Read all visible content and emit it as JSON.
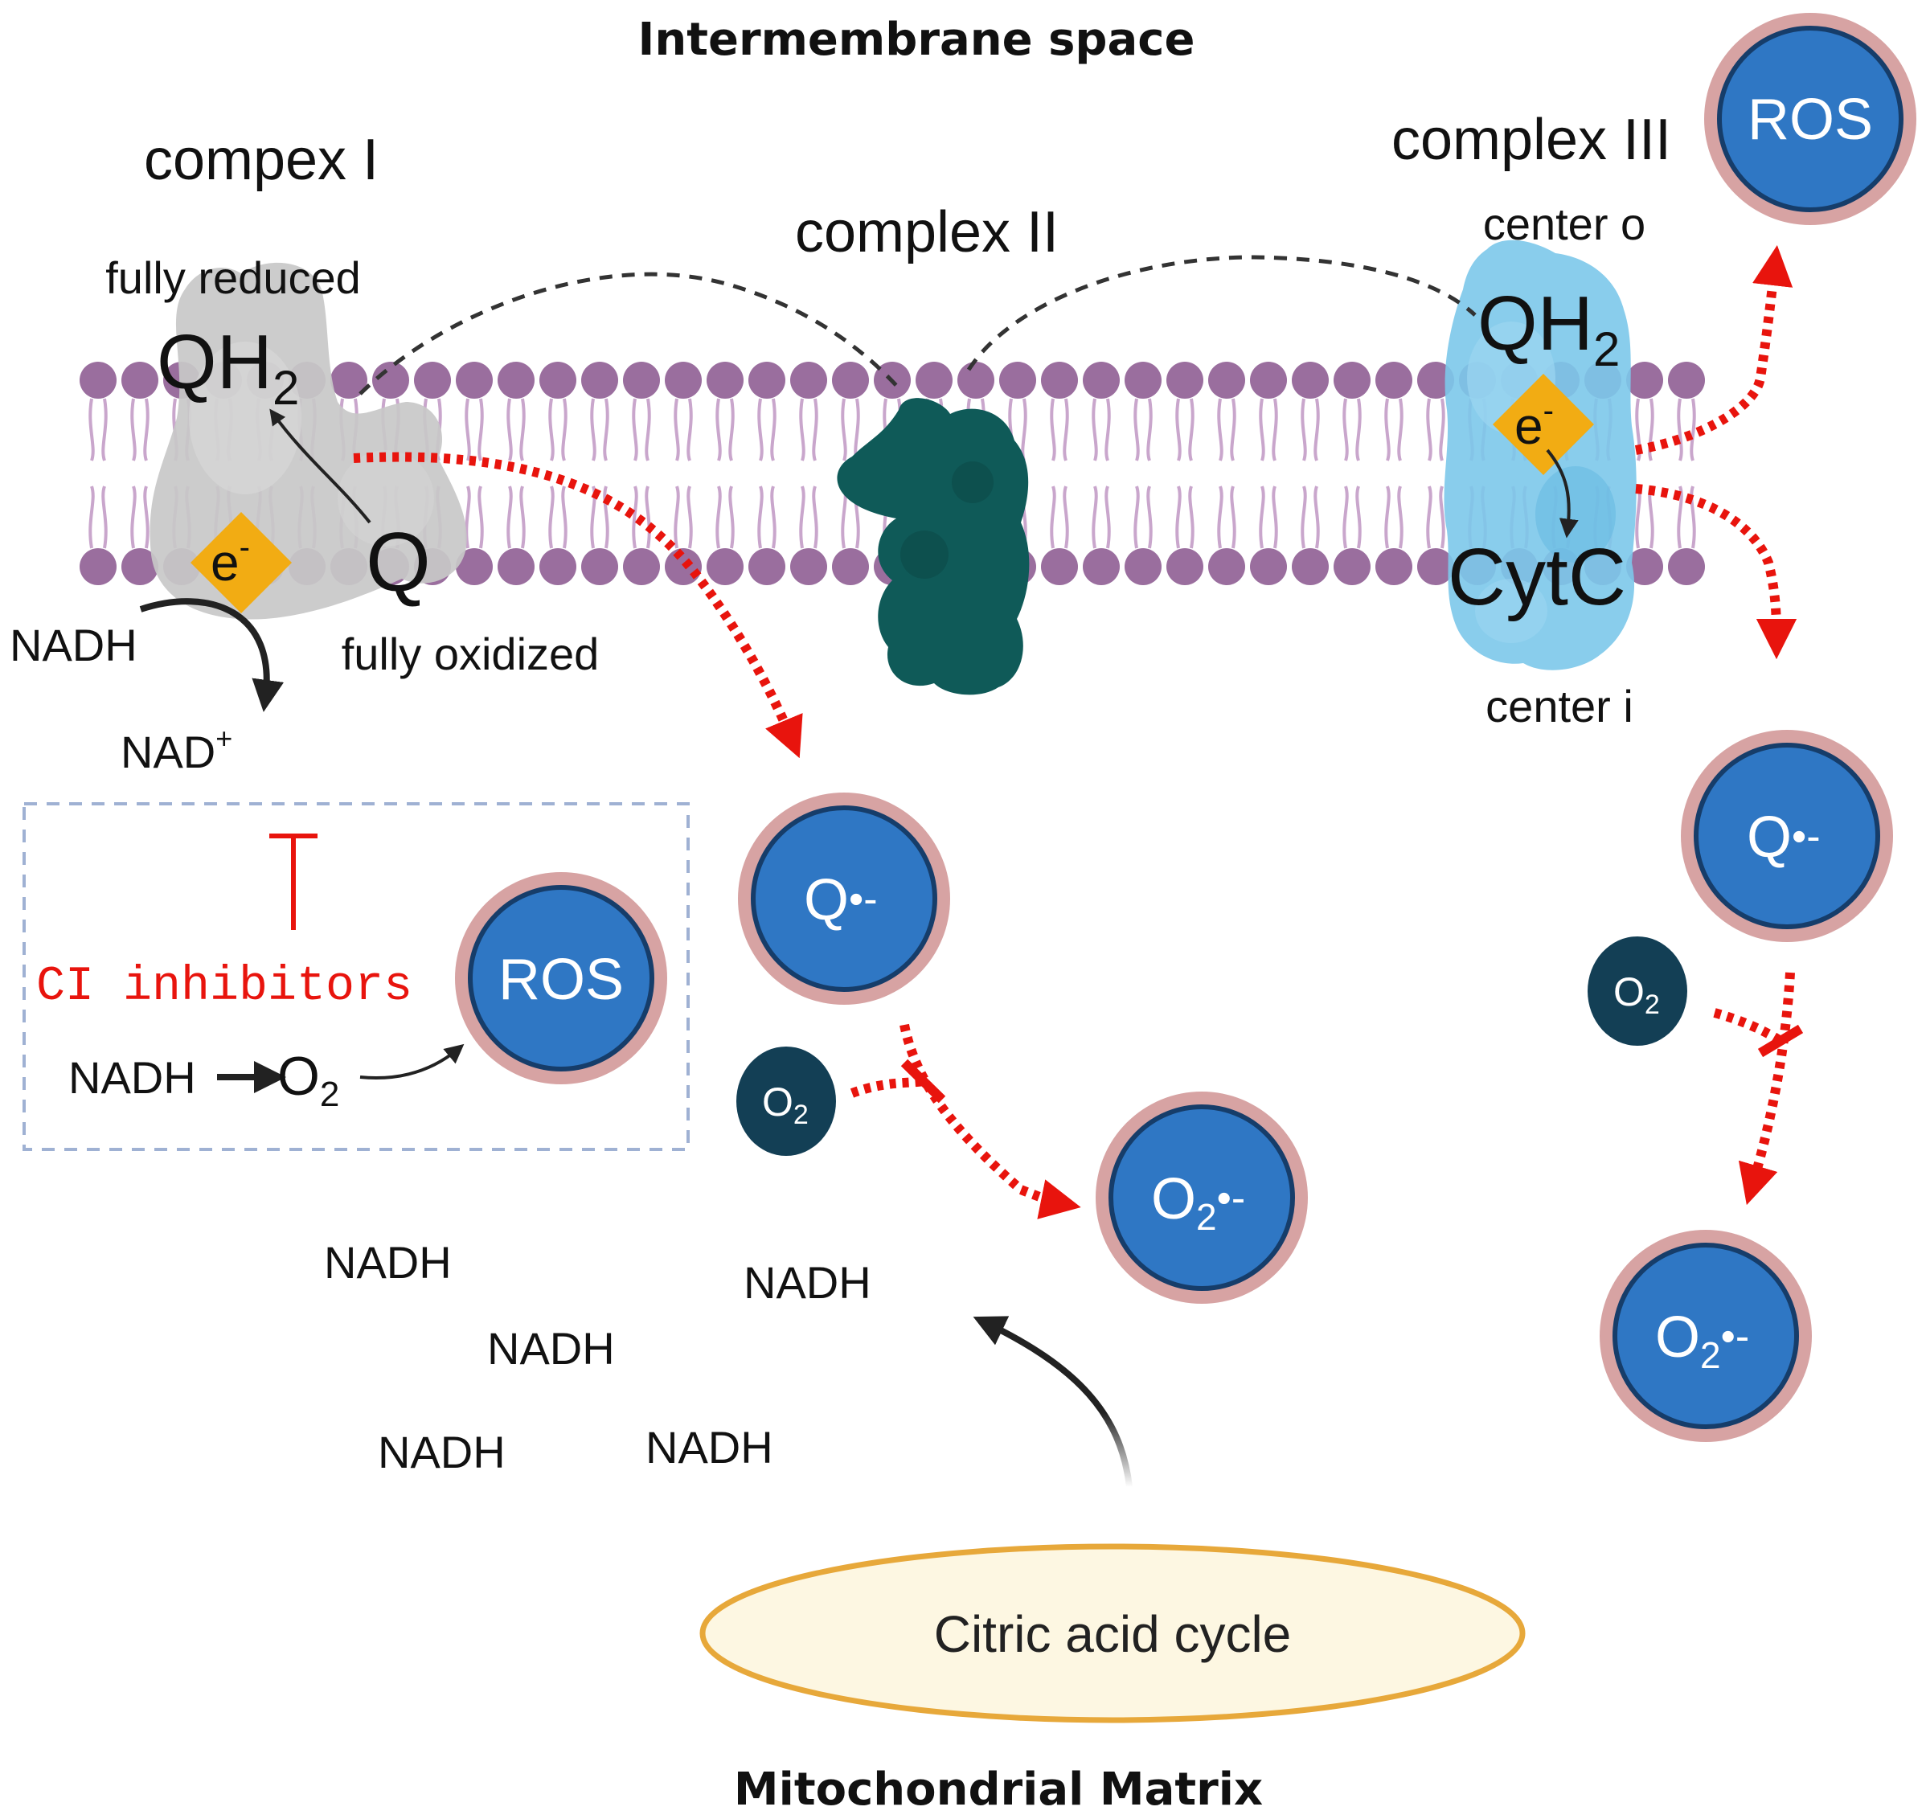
{
  "regions": {
    "top": "Intermembrane space",
    "bottom": "Mitochondrial Matrix"
  },
  "complex_i": {
    "title": "compex I",
    "state_reduced": "fully reduced",
    "state_oxidized": "fully oxidized",
    "qh": "QH",
    "qh_sub": "2",
    "q": "Q",
    "e": "e",
    "e_sup": "-",
    "nadh": "NADH",
    "nad": "NAD",
    "nad_sup": "+"
  },
  "complex_ii": {
    "title": "complex II"
  },
  "complex_iii": {
    "title": "complex III",
    "center_o": "center o",
    "center_i": "center i",
    "qh": "QH",
    "qh_sub": "2",
    "e": "e",
    "e_sup": "-",
    "cytc": "CytC"
  },
  "inhibitor_box": {
    "label": "CI inhibitors",
    "nadh": "NADH",
    "o2": "O",
    "o2_sub": "2",
    "ros": "ROS"
  },
  "species": {
    "ros": "ROS",
    "q_radical": "Q",
    "radical_mark": "•-",
    "o": "O",
    "sub2": "2"
  },
  "matrix": {
    "nadh": "NADH",
    "cycle": "Citric acid cycle"
  },
  "colors": {
    "lipid_head": "#9a6e9e",
    "lipid_tail": "#c9a6cc",
    "sphere_fill": "#2f77c4",
    "sphere_ring": "#d7a3a3",
    "o2_fill": "#133f55",
    "arrow_red": "#e8140d",
    "electron": "#f2ac13",
    "complex_i": "#c8c8c8",
    "complex_ii": "#0f5a58",
    "complex_iii": "#7cc8ea",
    "box_border": "#9fb1d3",
    "cycle_fill": "#fdf7e2",
    "cycle_stroke": "#e7a83a"
  }
}
